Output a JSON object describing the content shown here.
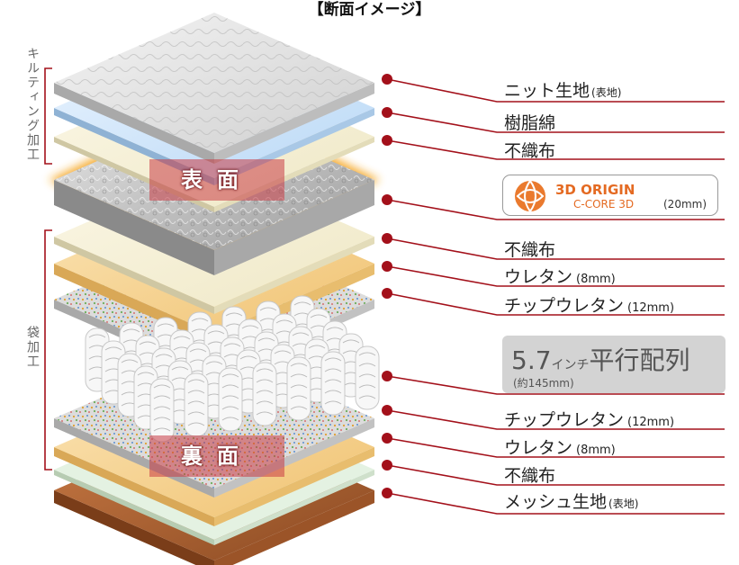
{
  "title": "【断面イメージ】",
  "groups": {
    "quilting": "キルティング加工",
    "pocket": "袋加工"
  },
  "face_labels": {
    "front": "表面",
    "back": "裏面"
  },
  "layers": [
    {
      "name": "ニット生地",
      "note": "(表地)"
    },
    {
      "name": "樹脂綿",
      "note": ""
    },
    {
      "name": "不織布",
      "note": ""
    },
    {
      "name": "",
      "note": ""
    },
    {
      "name": "不織布",
      "note": ""
    },
    {
      "name": "ウレタン",
      "note": "(8mm)"
    },
    {
      "name": "チップウレタン",
      "note": "(12mm)"
    },
    {
      "name": "",
      "note": ""
    },
    {
      "name": "チップウレタン",
      "note": "(12mm)"
    },
    {
      "name": "ウレタン",
      "note": "(8mm)"
    },
    {
      "name": "不織布",
      "note": ""
    },
    {
      "name": "メッシュ生地",
      "note": "(表地)"
    }
  ],
  "core_badge": {
    "brand": "3D ORIGIN",
    "product": "C-CORE 3D",
    "thickness": "(20mm)",
    "accent_color": "#e46a22"
  },
  "spring": {
    "main": "5.7",
    "unit": "インチ",
    "desc": "平行配列",
    "height": "(約145mm)"
  },
  "colors": {
    "leader": "#a3101a",
    "highlight": "#f5a623"
  }
}
